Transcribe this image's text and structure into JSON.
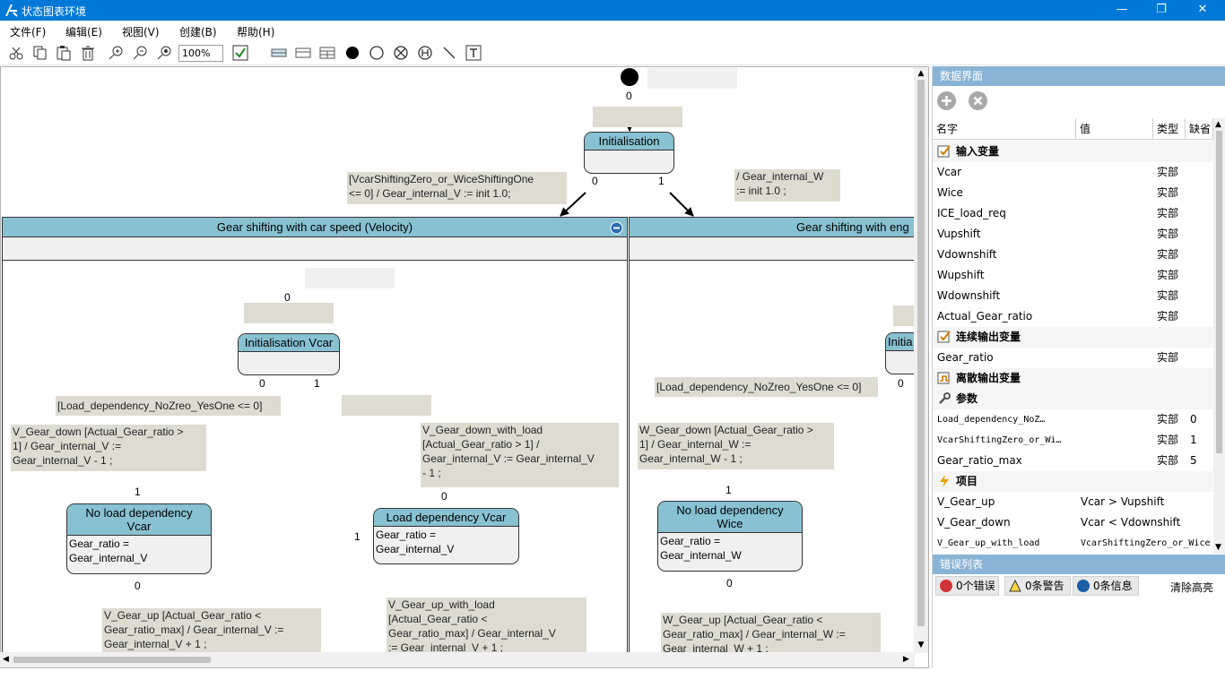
{
  "window": {
    "title": "状态图表环境",
    "minimize": "—",
    "restore": "❐",
    "close": "✕"
  },
  "menu": [
    "文件(F)",
    "编辑(E)",
    "视图(V)",
    "创建(B)",
    "帮助(H)"
  ],
  "toolbar": {
    "zoom": "100%"
  },
  "diagram": {
    "top_num": "0",
    "init_state": {
      "title": "Initialisation"
    },
    "init_out0": "0",
    "init_out1": "1",
    "label_v_top": "[VcarShiftingZero_or_WiceShiftingOne\n<= 0] / Gear_internal_V := init 1.0;",
    "label_w_top": "/ Gear_internal_W\n:= init 1.0 ;",
    "region_v": {
      "title": "Gear shifting with car speed (Velocity)"
    },
    "region_w": {
      "title": "Gear shifting with eng"
    },
    "v_init_num": "0",
    "v_init_state": {
      "title": "Initialisation Vcar"
    },
    "v_out0": "0",
    "v_out1": "1",
    "v_load_label": "[Load_dependency_NoZreo_YesOne <= 0]",
    "v_gear_down": "V_Gear_down [Actual_Gear_ratio >\n1] / Gear_internal_V :=\nGear_internal_V - 1 ;",
    "v_gear_down_load": "V_Gear_down_with_load\n[Actual_Gear_ratio > 1] /\nGear_internal_V := Gear_internal_V\n- 1 ;",
    "v_noload_state": {
      "title": "No load dependency\nVcar",
      "body": "Gear_ratio =\nGear_internal_V"
    },
    "v_load_state": {
      "title": "Load dependency Vcar",
      "body": "Gear_ratio =\nGear_internal_V"
    },
    "v_nl_num1": "1",
    "v_nl_num0": "0",
    "v_ld_num0": "0",
    "v_ld_num1": "1",
    "v_gear_up": "V_Gear_up [Actual_Gear_ratio <\nGear_ratio_max] / Gear_internal_V :=\nGear_internal_V + 1 ;",
    "v_gear_up_load": "V_Gear_up_with_load\n[Actual_Gear_ratio <\nGear_ratio_max] / Gear_internal_V\n:= Gear_internal_V + 1 ;",
    "w_init_state": {
      "title": "Initia"
    },
    "w_out0": "0",
    "w_load_label": "[Load_dependency_NoZreo_YesOne <= 0]",
    "w_gear_down": "W_Gear_down [Actual_Gear_ratio >\n1] / Gear_internal_W :=\nGear_internal_W - 1 ;",
    "w_noload_state": {
      "title": "No load dependency\nWice",
      "body": "Gear_ratio =\nGear_internal_W"
    },
    "w_nl_num1": "1",
    "w_nl_num0": "0",
    "w_gear_up": "W_Gear_up [Actual_Gear_ratio <\nGear_ratio_max] / Gear_internal_W :=\nGear_internal_W + 1 ;"
  },
  "data_panel": {
    "title": "数据界面",
    "columns": [
      "名字",
      "值",
      "类型",
      "缺省"
    ],
    "rows": [
      {
        "kind": "group",
        "name": "输入变量",
        "icon": "input-var-icon"
      },
      {
        "kind": "item",
        "name": "Vcar",
        "value": "",
        "type": "实部",
        "def": ""
      },
      {
        "kind": "item",
        "name": "Wice",
        "value": "",
        "type": "实部",
        "def": ""
      },
      {
        "kind": "item",
        "name": "ICE_load_req",
        "value": "",
        "type": "实部",
        "def": ""
      },
      {
        "kind": "item",
        "name": "Vupshift",
        "value": "",
        "type": "实部",
        "def": ""
      },
      {
        "kind": "item",
        "name": "Vdownshift",
        "value": "",
        "type": "实部",
        "def": ""
      },
      {
        "kind": "item",
        "name": "Wupshift",
        "value": "",
        "type": "实部",
        "def": ""
      },
      {
        "kind": "item",
        "name": "Wdownshift",
        "value": "",
        "type": "实部",
        "def": ""
      },
      {
        "kind": "item",
        "name": "Actual_Gear_ratio",
        "value": "",
        "type": "实部",
        "def": ""
      },
      {
        "kind": "group",
        "name": "连续输出变量",
        "icon": "output-var-icon"
      },
      {
        "kind": "item",
        "name": "Gear_ratio",
        "value": "",
        "type": "实部",
        "def": ""
      },
      {
        "kind": "group",
        "name": "离散输出变量",
        "icon": "discrete-output-icon"
      },
      {
        "kind": "group",
        "name": "参数",
        "icon": "wrench-icon"
      },
      {
        "kind": "item",
        "name": "Load_dependency_NoZ…",
        "value": "",
        "type": "实部",
        "def": "0"
      },
      {
        "kind": "item",
        "name": "VcarShiftingZero_or_Wi…",
        "value": "",
        "type": "实部",
        "def": "1"
      },
      {
        "kind": "item",
        "name": "Gear_ratio_max",
        "value": "",
        "type": "实部",
        "def": "5"
      },
      {
        "kind": "group",
        "name": "项目",
        "icon": "lightning-icon"
      },
      {
        "kind": "item",
        "name": "V_Gear_up",
        "value": "Vcar > Vupshift",
        "type": "",
        "def": ""
      },
      {
        "kind": "item",
        "name": "V_Gear_down",
        "value": "Vcar < Vdownshift",
        "type": "",
        "def": ""
      },
      {
        "kind": "item",
        "name": "V_Gear_up_with_load",
        "value": "VcarShiftingZero_or_Wice…",
        "type": "",
        "def": ""
      }
    ]
  },
  "error_panel": {
    "title": "错误列表",
    "errors": "0个错误",
    "warnings": "0条警告",
    "infos": "0条信息",
    "clear": "清除高亮"
  },
  "colors": {
    "titlebar": "#0078d7",
    "state_header": "#87c1d2",
    "label_bg": "#dedcd0",
    "panel_header": "#8ab4d6"
  }
}
